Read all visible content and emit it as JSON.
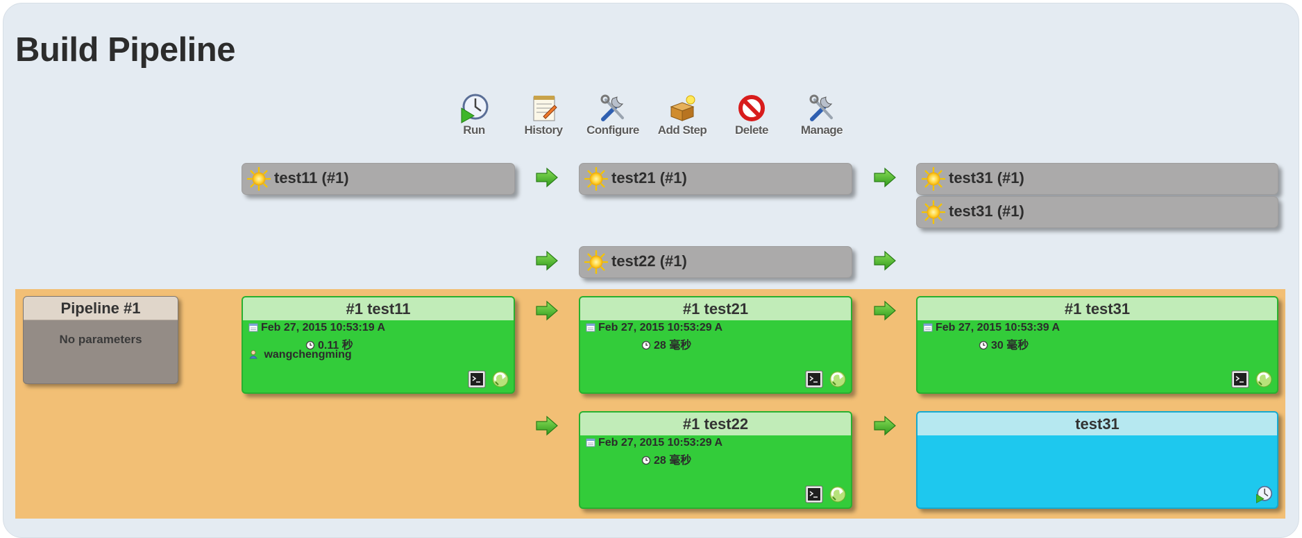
{
  "page": {
    "title": "Build Pipeline"
  },
  "toolbar": [
    {
      "label": "Run",
      "icon": "run-icon"
    },
    {
      "label": "History",
      "icon": "history-icon"
    },
    {
      "label": "Configure",
      "icon": "configure-icon"
    },
    {
      "label": "Add Step",
      "icon": "add-step-icon"
    },
    {
      "label": "Delete",
      "icon": "delete-icon"
    },
    {
      "label": "Manage",
      "icon": "manage-icon"
    }
  ],
  "headers": [
    {
      "name": "test11 (#1)"
    },
    {
      "name": "test21 (#1)"
    },
    {
      "name": "test31 (#1)"
    },
    {
      "name": "test31 (#1)"
    },
    {
      "name": "test22 (#1)"
    }
  ],
  "pipeline": {
    "title": "Pipeline #1",
    "params": "No parameters"
  },
  "builds": [
    {
      "title": "#1 test11",
      "status": "success",
      "date": "Feb 27, 2015 10:53:19 A",
      "duration": "0.11 秒",
      "user": "wangchengming"
    },
    {
      "title": "#1 test21",
      "status": "success",
      "date": "Feb 27, 2015 10:53:29 A",
      "duration": "28 毫秒"
    },
    {
      "title": "#1 test31",
      "status": "success",
      "date": "Feb 27, 2015 10:53:39 A",
      "duration": "30 毫秒"
    },
    {
      "title": "#1 test22",
      "status": "success",
      "date": "Feb 27, 2015 10:53:29 A",
      "duration": "28 毫秒"
    },
    {
      "title": "test31",
      "status": "pending"
    }
  ],
  "colors": {
    "background": "#e4ebf2",
    "pipeline_area": "#f2bf75",
    "success": "#33cc3a",
    "pending": "#1ec8ee",
    "header_box": "#abaaaa"
  }
}
